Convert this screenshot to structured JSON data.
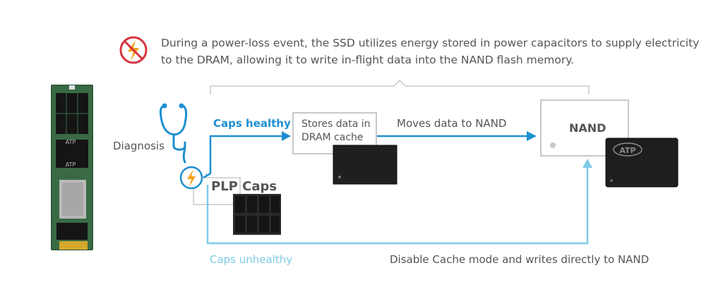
{
  "intro": {
    "line1": "During a power-loss event, the SSD utilizes energy stored in power capacitors to supply electricity",
    "line2": "to the DRAM, allowing it to write in-flight data into the NAND flash memory."
  },
  "labels": {
    "diagnosis": "Diagnosis",
    "caps_healthy": "Caps healthy",
    "caps_unhealthy": "Caps unhealthy",
    "plp_caps": "PLP Caps",
    "stores_line1": "Stores data in",
    "stores_line2": "DRAM cache",
    "moves": "Moves data to NAND",
    "nand": "NAND",
    "disable": "Disable Cache mode and writes directly to NAND",
    "atp_chip": "ATP",
    "ssd_atp_1": "ATP",
    "ssd_atp_2": "ATP"
  },
  "colors": {
    "healthy_blue": "#1d8fd0",
    "unhealthy_blue": "#7ecce6",
    "gray_line": "#c8c8c8",
    "chip_black": "#1e1e1e",
    "pcb_green": "#2f5a3a",
    "warning_red": "#d6333f",
    "bolt_orange": "#f5a21a"
  },
  "icons": {
    "no_power": "no-power-icon",
    "stethoscope": "stethoscope-icon",
    "bolt": "bolt-icon"
  }
}
